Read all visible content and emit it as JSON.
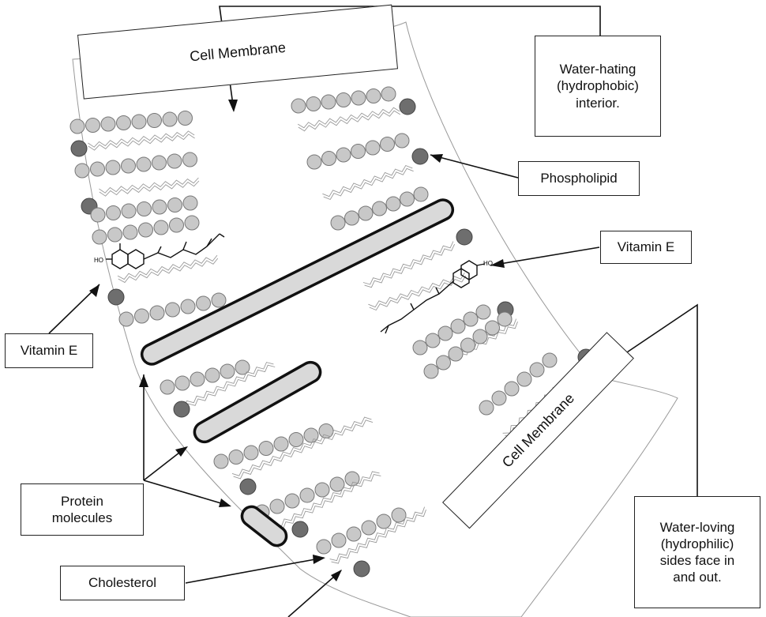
{
  "labels": {
    "membrane_top": "Cell Membrane",
    "membrane_bottom": "Cell Membrane",
    "water_hating": "Water-hating\n(hydrophobic)\ninterior.",
    "phospholipid": "Phospholipid",
    "vitamin_e_right": "Vitamin E",
    "vitamin_e_left": "Vitamin E",
    "protein": "Protein\nmolecules",
    "cholesterol": "Cholesterol",
    "water_loving": "Water-loving\n(hydrophilic)\nsides face in\nand out.",
    "ho_left": "HO",
    "ho_right": "HO"
  },
  "colors": {
    "head_light": "#c8c8c8",
    "head_dark": "#6e6e6e",
    "protein_fill": "#d9d9d9",
    "line": "#111111"
  }
}
